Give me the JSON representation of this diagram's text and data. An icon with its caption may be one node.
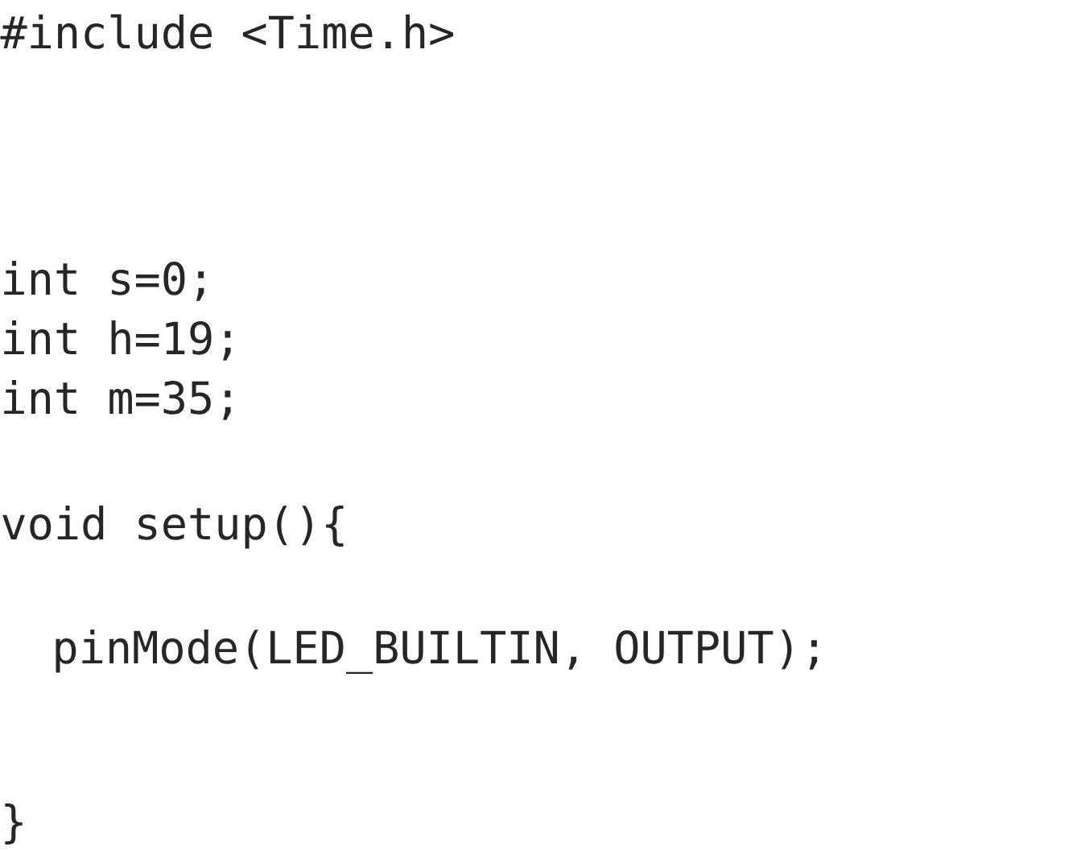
{
  "diagram": {
    "labels": [
      "#include <Time.h>",
      "int s=0;",
      "int h=19;",
      "int m=35;",
      "void setup(){",
      "pinMode(LED_BUILTIN, OUTPUT);",
      "}"
    ]
  }
}
